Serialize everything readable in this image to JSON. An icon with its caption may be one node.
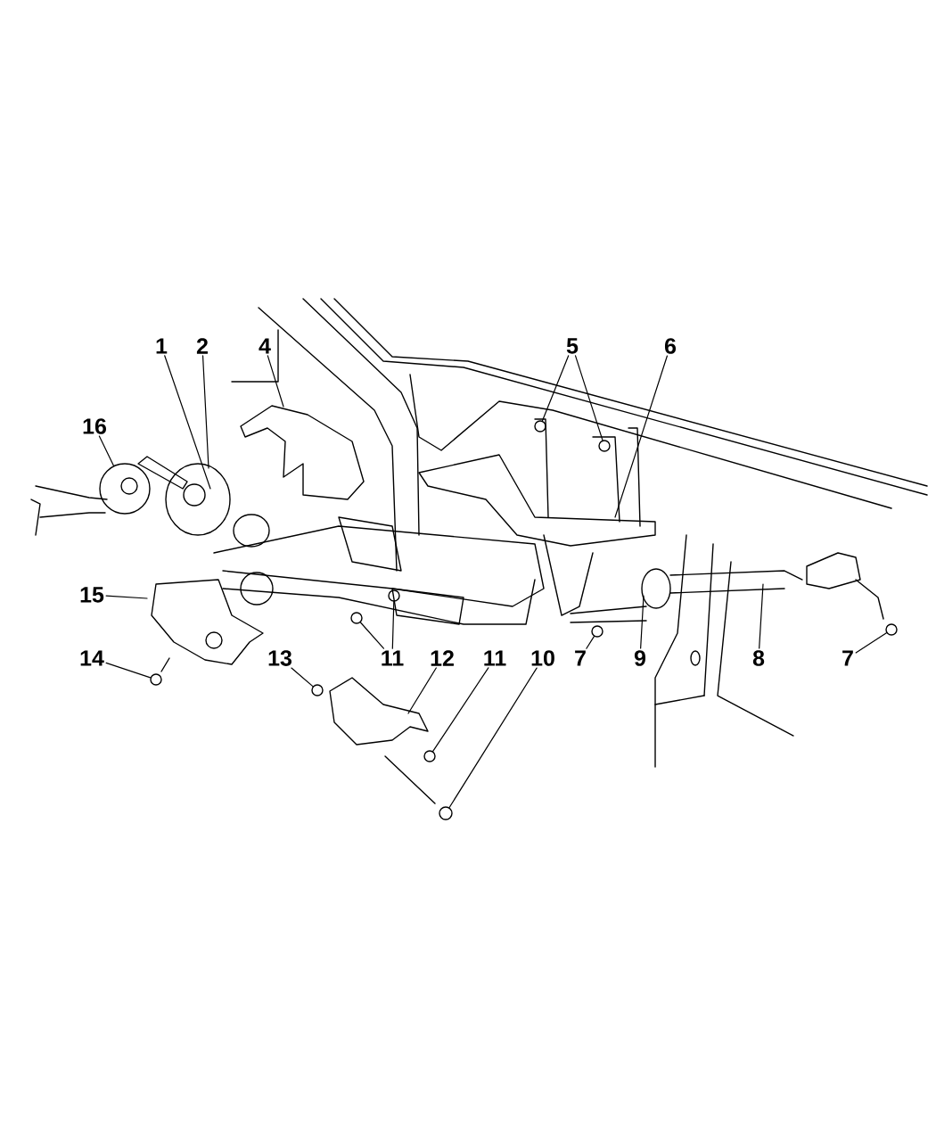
{
  "diagram": {
    "nodes": [
      {
        "text": [
          "1"
        ]
      },
      {
        "text": [
          "2"
        ]
      },
      {
        "text": [
          "4"
        ]
      },
      {
        "text": [
          "5"
        ]
      },
      {
        "text": [
          "6"
        ]
      },
      {
        "text": [
          "16"
        ]
      },
      {
        "text": [
          "15"
        ]
      },
      {
        "text": [
          "14"
        ]
      },
      {
        "text": [
          "13"
        ]
      },
      {
        "text": [
          "12"
        ]
      },
      {
        "text": [
          "11"
        ]
      },
      {
        "text": [
          "11"
        ]
      },
      {
        "text": [
          "10"
        ]
      },
      {
        "text": [
          "7"
        ]
      },
      {
        "text": [
          "9"
        ]
      },
      {
        "text": [
          "8"
        ]
      },
      {
        "text": [
          "7"
        ]
      },
      {
        "text": [],
        "shape": "circle"
      },
      {
        "text": [],
        "shape": "circle"
      },
      {
        "text": [],
        "shape": "circle"
      },
      {
        "text": [],
        "shape": "circle"
      },
      {
        "text": [],
        "shape": "circle"
      },
      {
        "text": [],
        "shape": "circle"
      },
      {
        "text": [],
        "shape": "circle"
      },
      {
        "text": [],
        "shape": "circle"
      },
      {
        "text": [],
        "shape": "circle"
      },
      {
        "text": [],
        "shape": "circle"
      },
      {
        "text": [],
        "shape": "circle"
      }
    ],
    "edges": [
      {
        "from": 0,
        "to": null,
        "arrow": "none"
      },
      {
        "from": 1,
        "to": null,
        "arrow": "none"
      },
      {
        "from": 2,
        "to": null,
        "arrow": "none"
      },
      {
        "from": 3,
        "to": 24,
        "arrow": "none"
      },
      {
        "from": 3,
        "to": 26,
        "arrow": "none"
      },
      {
        "from": 4,
        "to": null,
        "arrow": "none"
      },
      {
        "from": 5,
        "to": 17,
        "arrow": "none"
      },
      {
        "from": 6,
        "to": null,
        "arrow": "none"
      },
      {
        "from": 7,
        "to": 18,
        "arrow": "none"
      },
      {
        "from": 8,
        "to": 19,
        "arrow": "none"
      },
      {
        "from": 9,
        "to": null,
        "arrow": "none"
      },
      {
        "from": 10,
        "to": 20,
        "arrow": "none"
      },
      {
        "from": 10,
        "to": 21,
        "arrow": "none"
      },
      {
        "from": 11,
        "to": 22,
        "arrow": "none"
      },
      {
        "from": 12,
        "to": 23,
        "arrow": "none"
      },
      {
        "from": 13,
        "to": 25,
        "arrow": "none"
      },
      {
        "from": 14,
        "to": null,
        "arrow": "none"
      },
      {
        "from": 15,
        "to": null,
        "arrow": "none"
      },
      {
        "from": 16,
        "to": 27,
        "arrow": "none"
      }
    ]
  }
}
